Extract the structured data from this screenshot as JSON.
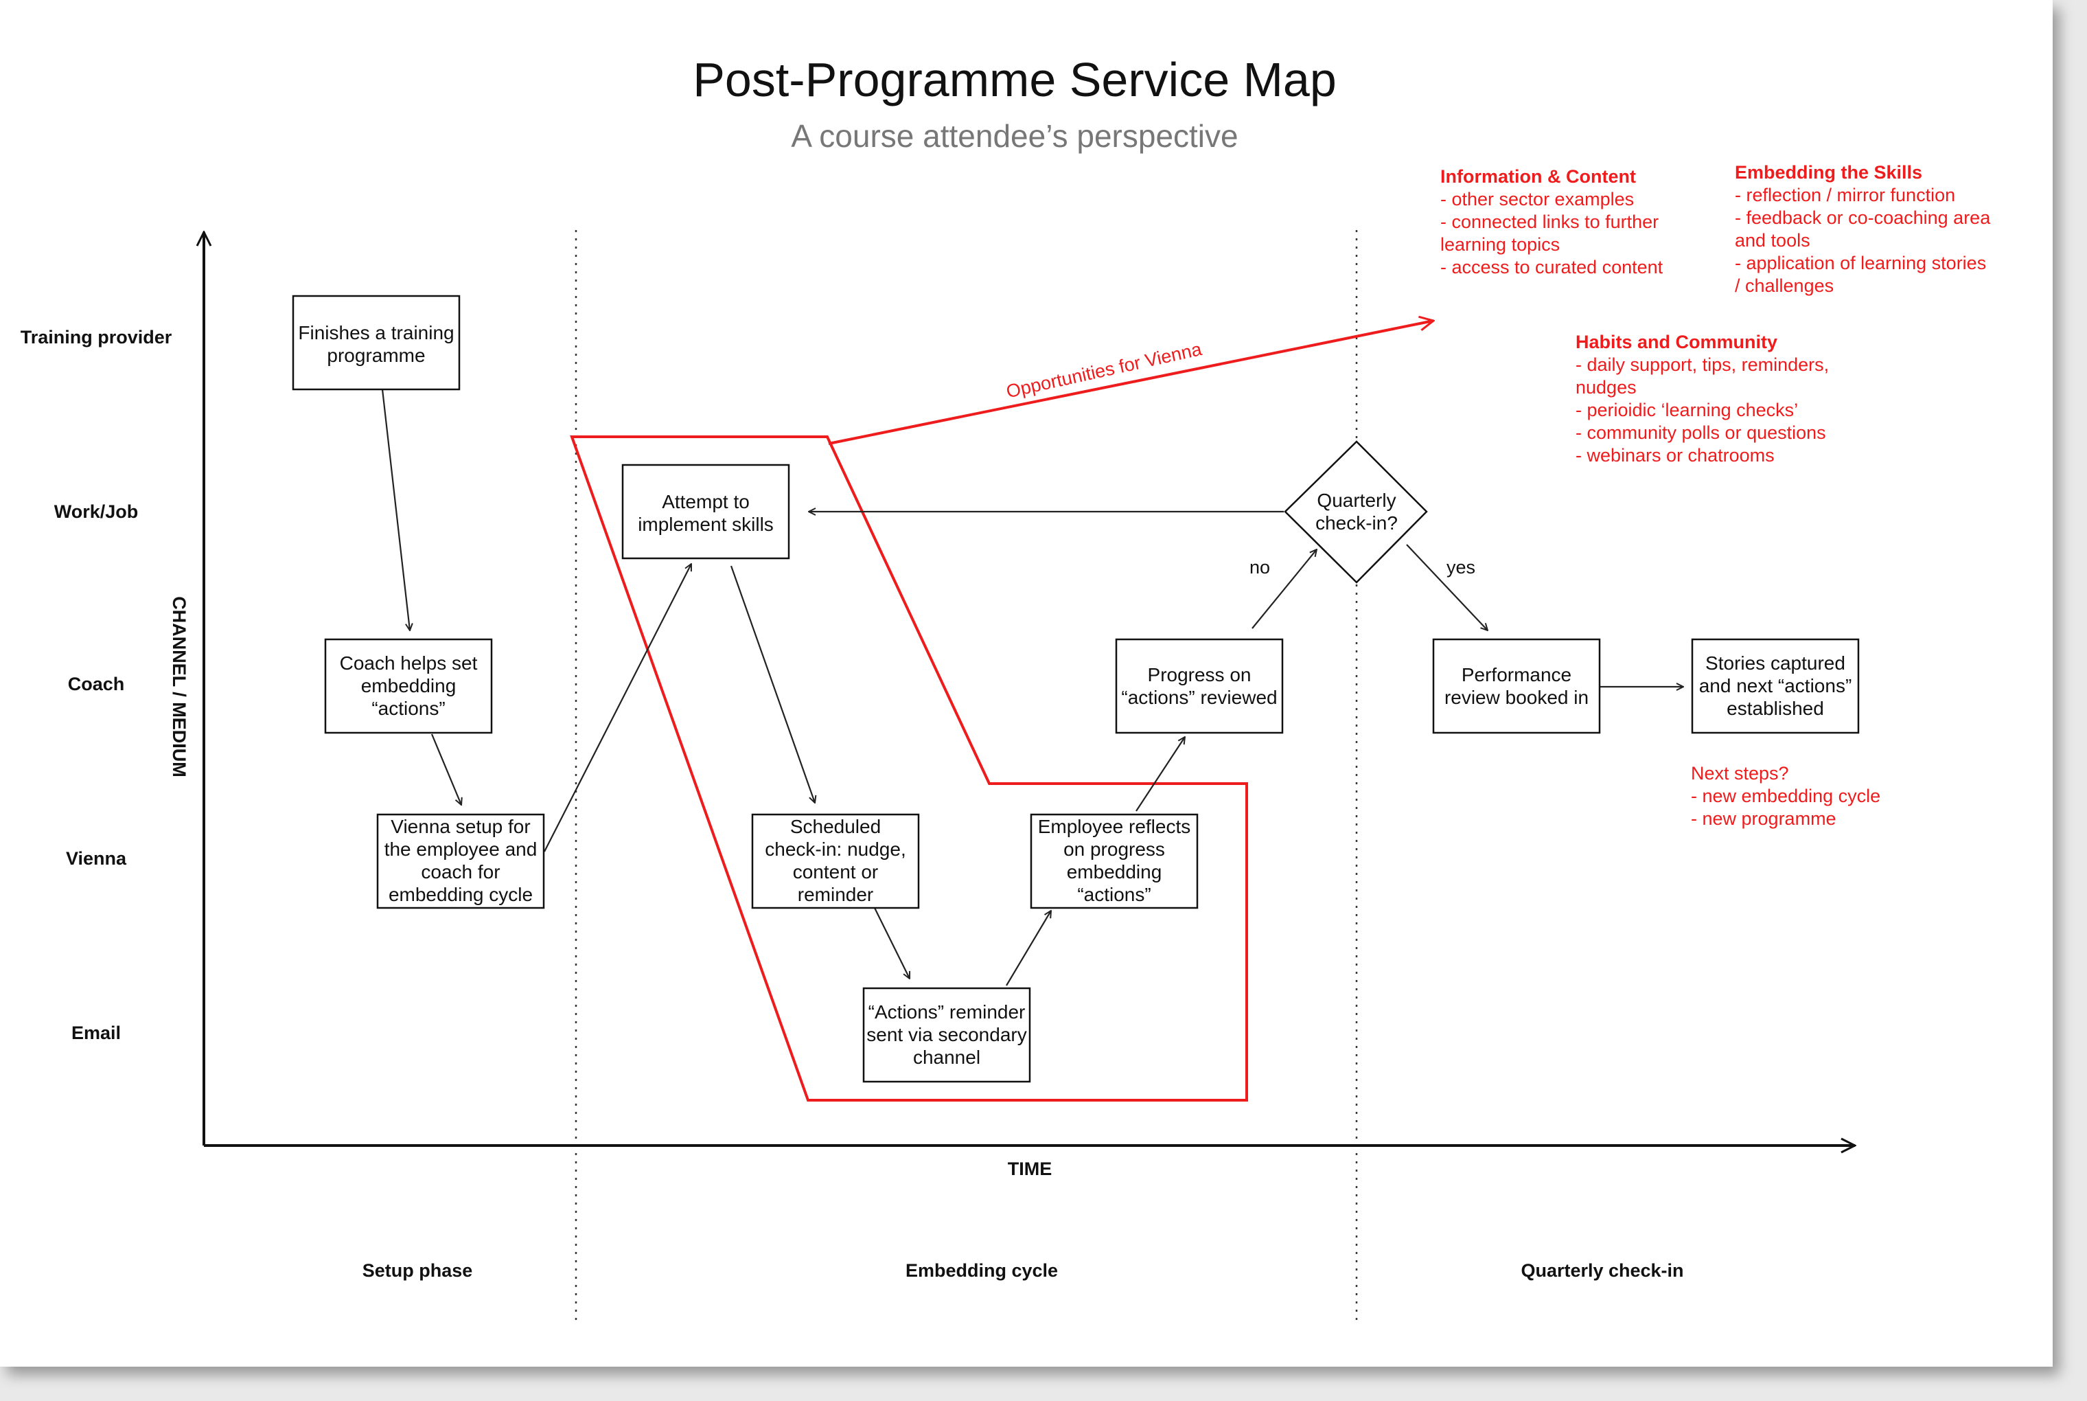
{
  "title": "Post-Programme Service Map",
  "subtitle": "A course attendee’s perspective",
  "axes": {
    "y_label": "CHANNEL / MEDIUM",
    "x_label": "TIME"
  },
  "lanes": [
    "Training provider",
    "Work/Job",
    "Coach",
    "Vienna",
    "Email"
  ],
  "phases": [
    "Setup phase",
    "Embedding cycle",
    "Quarterly check-in"
  ],
  "nodes": {
    "finishes_training": [
      "Finishes a training",
      "programme"
    ],
    "coach_helps": [
      "Coach helps set",
      "embedding",
      "“actions”"
    ],
    "vienna_setup": [
      "Vienna setup for",
      "the employee and",
      "coach for",
      "embedding cycle"
    ],
    "attempt_skills": [
      "Attempt to",
      "implement skills"
    ],
    "scheduled_checkin": [
      "Scheduled",
      "check-in: nudge,",
      "content or",
      "reminder"
    ],
    "actions_reminder": [
      "“Actions” reminder",
      "sent via secondary",
      "channel"
    ],
    "employee_reflects": [
      "Employee reflects",
      "on progress",
      "embedding",
      "“actions”"
    ],
    "progress_reviewed": [
      "Progress on",
      "“actions” reviewed"
    ],
    "quarterly_decision": [
      "Quarterly",
      "check-in?"
    ],
    "performance_review": [
      "Performance",
      "review booked in"
    ],
    "stories_captured": [
      "Stories captured",
      "and next “actions”",
      "established"
    ]
  },
  "edge_labels": {
    "no": "no",
    "yes": "yes",
    "opportunities": "Opportunities for Vienna"
  },
  "opportunities": {
    "info_content": {
      "heading": "Information & Content",
      "lines": [
        "- other sector examples",
        "- connected links to further",
        "learning topics",
        "- access to curated content"
      ]
    },
    "embedding_skills": {
      "heading": "Embedding the Skills",
      "lines": [
        "- reflection / mirror function",
        "- feedback or co-coaching area",
        "and tools",
        "- application of learning stories",
        "/ challenges"
      ]
    },
    "habits_community": {
      "heading": "Habits and Community",
      "lines": [
        "- daily support, tips, reminders,",
        "nudges",
        "- perioidic ‘learning checks’",
        "- community polls or questions",
        "- webinars or chatrooms"
      ]
    }
  },
  "next_steps": {
    "lines": [
      "Next steps?",
      "- new embedding cycle",
      "- new programme"
    ]
  },
  "colors": {
    "accent": "#ee1c1c",
    "ink": "#111111",
    "paper": "#ffffff"
  }
}
